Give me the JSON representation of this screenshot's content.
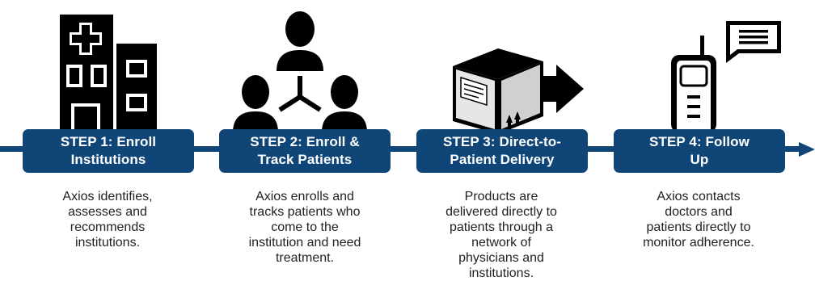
{
  "colors": {
    "accent": "#0f4677",
    "icon": "#000000",
    "text": "#222222"
  },
  "steps": [
    {
      "title": "STEP 1: Enroll\nInstitutions",
      "description": "Axios identifies,\nassesses and\nrecommends\ninstitutions.",
      "icon": "hospital-icon"
    },
    {
      "title": "STEP 2: Enroll &\nTrack Patients",
      "description": "Axios enrolls and\ntracks patients who\ncome to the\ninstitution and need\ntreatment.",
      "icon": "people-network-icon"
    },
    {
      "title": "STEP 3: Direct-to-\nPatient Delivery",
      "description": "Products are\ndelivered directly to\npatients through a\nnetwork of\nphysicians and\ninstitutions.",
      "icon": "package-delivery-icon"
    },
    {
      "title": "STEP 4: Follow\nUp",
      "description": "Axios contacts\ndoctors and\npatients directly to\nmonitor adherence.",
      "icon": "phone-message-icon"
    }
  ]
}
